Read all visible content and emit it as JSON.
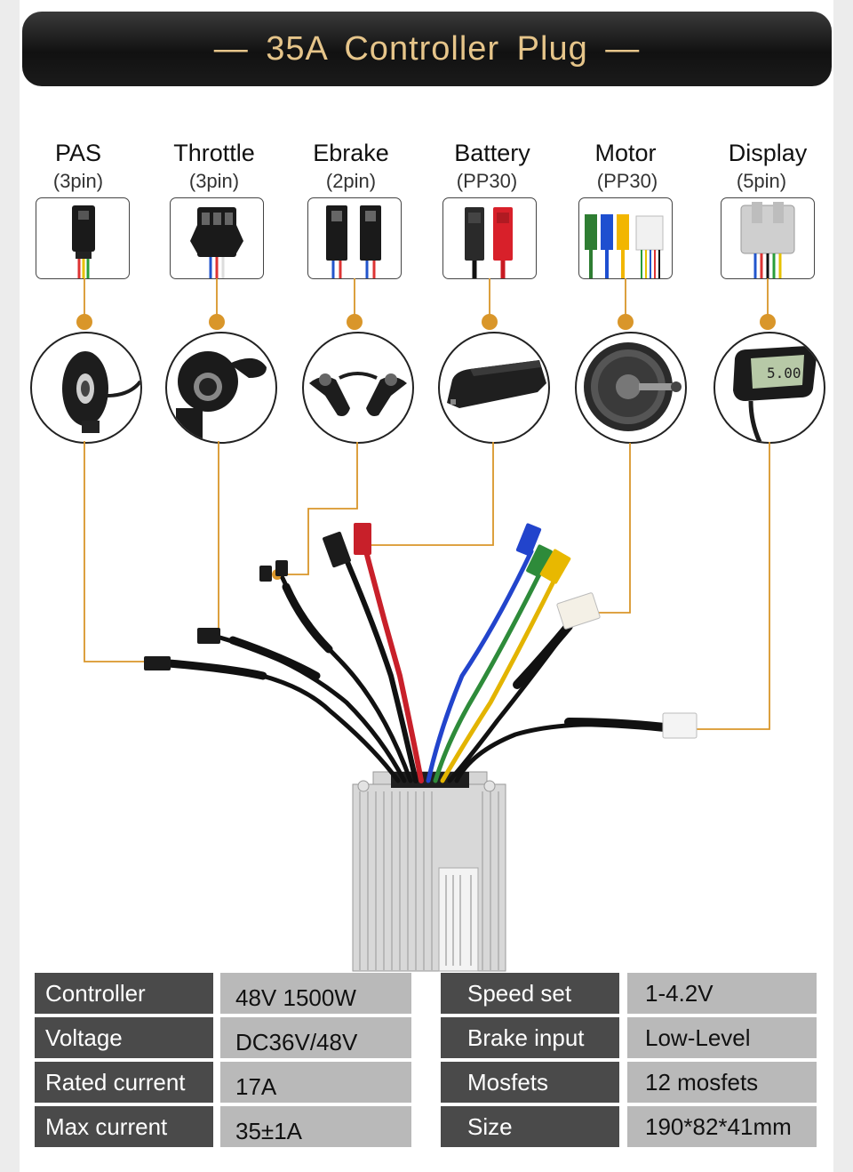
{
  "banner": {
    "title": "— 35A  Controller  Plug —"
  },
  "connectors": [
    {
      "name": "PAS",
      "pins": "(3pin)"
    },
    {
      "name": "Throttle",
      "pins": "(3pin)"
    },
    {
      "name": "Ebrake",
      "pins": "(2pin)"
    },
    {
      "name": "Battery",
      "pins": "(PP30)"
    },
    {
      "name": "Motor",
      "pins": "(PP30)"
    },
    {
      "name": "Display",
      "pins": "(5pin)"
    }
  ],
  "colors": {
    "accent": "#e6c58a",
    "leader_line": "#d9962a",
    "dark_cell": "#4a4a4a",
    "light_cell": "#b9b9b9"
  },
  "display_screen": {
    "reading": "5.00"
  },
  "specs": {
    "left": [
      {
        "label": "Controller",
        "value": "48V 1500W"
      },
      {
        "label": "Voltage",
        "value": "DC36V/48V"
      },
      {
        "label": "Rated current",
        "value": "17A"
      },
      {
        "label": "Max current",
        "value": "35±1A"
      }
    ],
    "right": [
      {
        "label": "Speed set",
        "value": "1-4.2V"
      },
      {
        "label": "Brake input",
        "value": "Low-Level"
      },
      {
        "label": "Mosfets",
        "value": "12 mosfets"
      },
      {
        "label": "Size",
        "value": "190*82*41mm"
      }
    ]
  }
}
